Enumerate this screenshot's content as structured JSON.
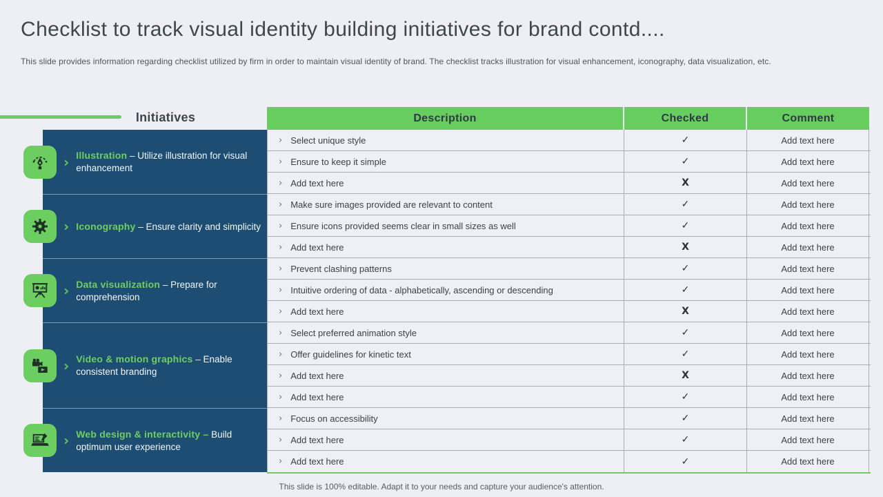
{
  "slide": {
    "title": "Checklist to track visual identity building initiatives for brand contd....",
    "subtitle": "This slide provides information regarding checklist utilized by firm in order to maintain visual identity of brand. The checklist tracks illustration for visual enhancement, iconography, data visualization, etc.",
    "footer": "This slide is 100% editable. Adapt it to your needs and capture your audience's attention."
  },
  "colors": {
    "accent_green": "#6cce60",
    "panel_blue": "#1d4d72",
    "row_background": "#eef0f5",
    "table_border": "#a9aeb5"
  },
  "table": {
    "initiatives_header": "Initiatives",
    "columns": {
      "description": "Description",
      "checked": "Checked",
      "comment": "Comment"
    },
    "groups": [
      {
        "icon": "pen-tool-icon",
        "name": "Illustration",
        "description": "– Utilize illustration for visual enhancement",
        "rows": [
          {
            "description": "Select unique style",
            "checked": "✓",
            "comment": "Add text here"
          },
          {
            "description": "Ensure to keep it simple",
            "checked": "✓",
            "comment": "Add text here"
          },
          {
            "description": "Add text here",
            "checked": "X",
            "comment": "Add text here"
          }
        ]
      },
      {
        "icon": "gear-icon",
        "name": "Iconography",
        "description": "– Ensure clarity and simplicity",
        "rows": [
          {
            "description": "Make sure images provided are relevant to content",
            "checked": "✓",
            "comment": "Add text here"
          },
          {
            "description": "Ensure icons provided seems clear in small sizes as well",
            "checked": "✓",
            "comment": "Add text here"
          },
          {
            "description": "Add text here",
            "checked": "X",
            "comment": "Add text here"
          }
        ]
      },
      {
        "icon": "presentation-chart-icon",
        "name": "Data visualization",
        "description": "– Prepare for comprehension",
        "rows": [
          {
            "description": "Prevent clashing patterns",
            "checked": "✓",
            "comment": "Add text here"
          },
          {
            "description": "Intuitive ordering of data - alphabetically, ascending or descending",
            "checked": "✓",
            "comment": "Add text here"
          },
          {
            "description": "Add text here",
            "checked": "X",
            "comment": "Add text here"
          }
        ]
      },
      {
        "icon": "video-camera-icon",
        "name": "Video & motion graphics",
        "description": "– Enable consistent branding",
        "rows": [
          {
            "description": "Select preferred animation style",
            "checked": "✓",
            "comment": "Add text here"
          },
          {
            "description": "Offer guidelines for kinetic text",
            "checked": "✓",
            "comment": "Add text here"
          },
          {
            "description": "Add text here",
            "checked": "X",
            "comment": "Add text here"
          },
          {
            "description": "Add text here",
            "checked": "✓",
            "comment": "Add text here"
          }
        ]
      },
      {
        "icon": "web-design-icon",
        "name": "Web design & interactivity –",
        "description": "Build optimum user experience",
        "rows": [
          {
            "description": "Focus on accessibility",
            "checked": "✓",
            "comment": "Add text here"
          },
          {
            "description": "Add text here",
            "checked": "✓",
            "comment": "Add text here"
          },
          {
            "description": "Add text here",
            "checked": "✓",
            "comment": "Add text here"
          }
        ]
      }
    ]
  }
}
